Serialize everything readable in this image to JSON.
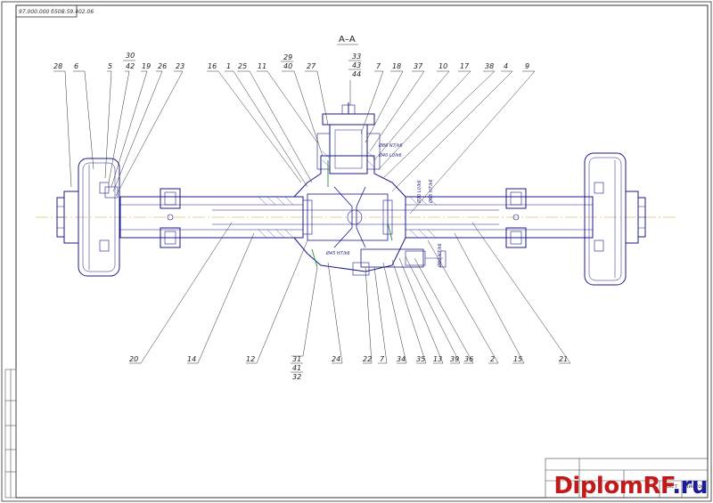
{
  "doc_code": "97.000.000 б50В.59.402.06",
  "section_title": "А–А",
  "part_labels": [
    {
      "text": "28"
    },
    {
      "text": "6"
    },
    {
      "text": "5"
    },
    {
      "text": "30"
    },
    {
      "text": "42"
    },
    {
      "text": "19"
    },
    {
      "text": "26"
    },
    {
      "text": "23"
    },
    {
      "text": "16"
    },
    {
      "text": "1"
    },
    {
      "text": "25"
    },
    {
      "text": "11"
    },
    {
      "text": "29"
    },
    {
      "text": "40"
    },
    {
      "text": "27"
    },
    {
      "text": "33"
    },
    {
      "text": "43"
    },
    {
      "text": "44"
    },
    {
      "text": "7"
    },
    {
      "text": "18"
    },
    {
      "text": "37"
    },
    {
      "text": "10"
    },
    {
      "text": "17"
    },
    {
      "text": "38"
    },
    {
      "text": "4"
    },
    {
      "text": "9"
    },
    {
      "text": "20"
    },
    {
      "text": "14"
    },
    {
      "text": "12"
    },
    {
      "text": "31"
    },
    {
      "text": "41"
    },
    {
      "text": "32"
    },
    {
      "text": "24"
    },
    {
      "text": "22"
    },
    {
      "text": "7"
    },
    {
      "text": "34"
    },
    {
      "text": "35"
    },
    {
      "text": "13"
    },
    {
      "text": "39"
    },
    {
      "text": "36"
    },
    {
      "text": "2"
    },
    {
      "text": "15"
    },
    {
      "text": "21"
    }
  ],
  "fit_labels": [
    "Ø86 N7/k6",
    "Ø40 L0/k6",
    "Ø65 H7/k6",
    "Ø70 L0/k6",
    "Ø80 N7/k6",
    "Ø45 H7/k6"
  ],
  "title_block": {
    "sheet": "Лист",
    "sheets": "Листов"
  },
  "watermark": {
    "part_a": "Diplom",
    "part_b": "RF",
    "part_c": ".ru"
  }
}
